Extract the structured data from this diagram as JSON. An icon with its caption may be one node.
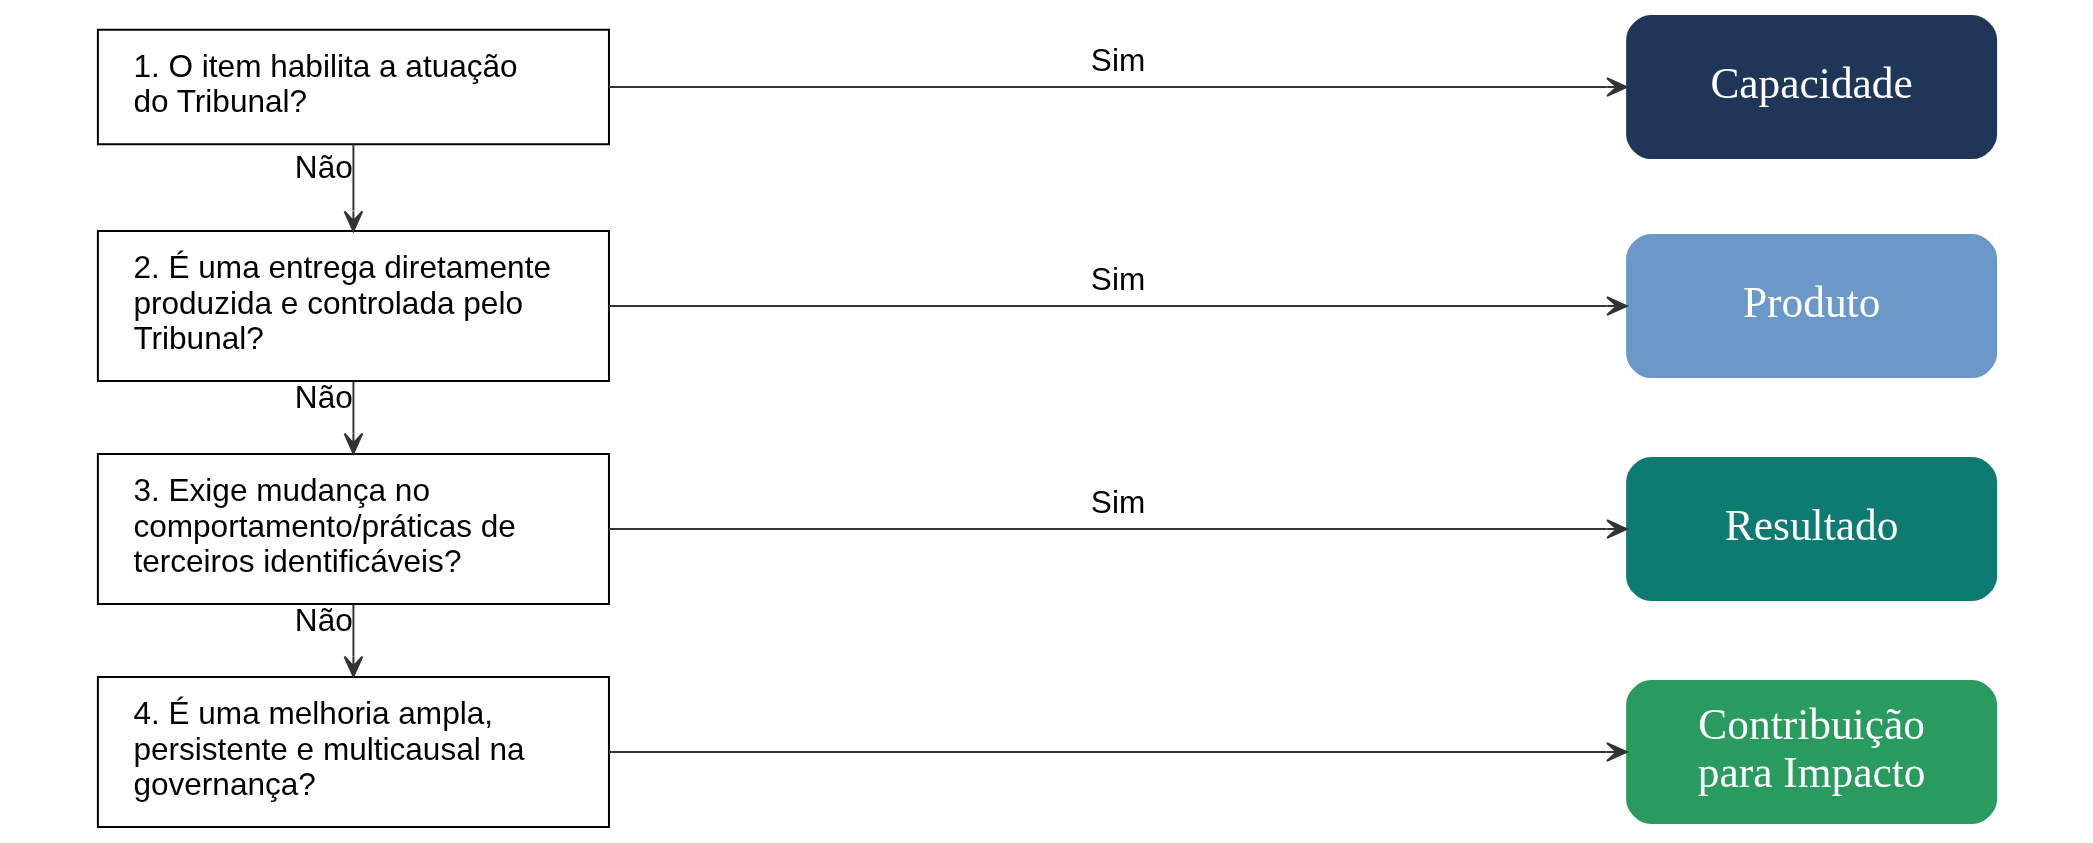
{
  "diagram": {
    "nodes": [
      {
        "text": [
          "1. O item habilita a atuação do Tribunal?"
        ]
      },
      {
        "text": [
          "Capacidade"
        ]
      },
      {
        "text": [
          "2. É uma entrega diretamente produzida e controlada pelo Tribunal?"
        ]
      },
      {
        "text": [
          "Produto"
        ]
      },
      {
        "text": [
          "3. Exige mudança no comportamento/práticas de terceiros identificáveis?"
        ]
      },
      {
        "text": [
          "Resultado"
        ]
      },
      {
        "text": [
          "4. É uma melhoria ampla, persistente e multicausal na governança?"
        ]
      },
      {
        "text": [
          "Contribuição para Impacto"
        ]
      }
    ],
    "edges": [
      {
        "from": 0,
        "to": 1,
        "arrow": "to",
        "label": "Sim"
      },
      {
        "from": 0,
        "to": 2,
        "arrow": "to",
        "label": "Não"
      },
      {
        "from": 2,
        "to": 3,
        "arrow": "to",
        "label": "Sim"
      },
      {
        "from": 2,
        "to": 4,
        "arrow": "to",
        "label": "Não"
      },
      {
        "from": 4,
        "to": 5,
        "arrow": "to",
        "label": "Sim"
      },
      {
        "from": 4,
        "to": 6,
        "arrow": "to",
        "label": "Não"
      },
      {
        "from": 6,
        "to": 7,
        "arrow": "to"
      }
    ]
  }
}
